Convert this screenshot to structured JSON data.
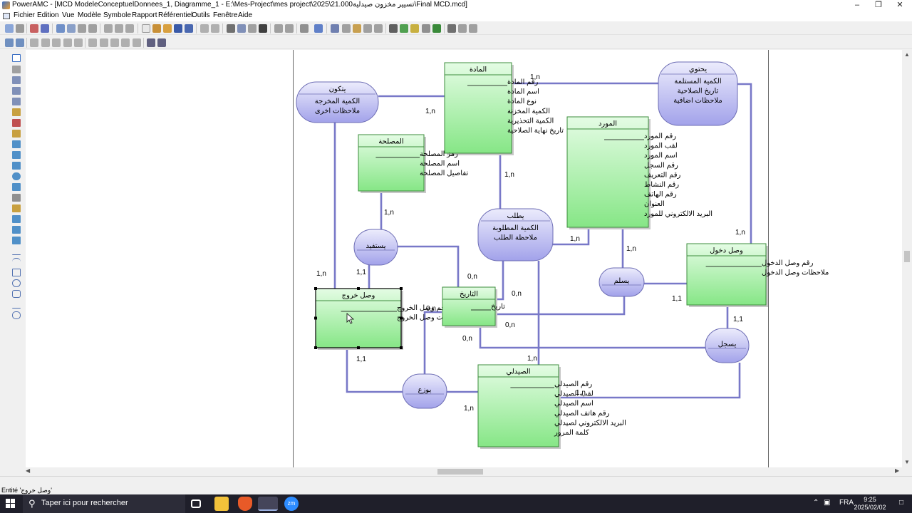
{
  "window": {
    "title": "PowerAMC - [MCD ModeleConceptuelDonnees_1, Diagramme_1 - E:\\Mes-Project\\mes project\\2025\\21.000تسيير مخزون صيدلية\\Final MCD.mcd]",
    "minimize_icon": "minimize-icon",
    "restore_icon": "restore-icon",
    "close_icon": "close-icon"
  },
  "menu": [
    "Fichier",
    "Edition",
    "Vue",
    "Modèle",
    "Symbole",
    "Rapport",
    "Référentiel",
    "Outils",
    "Fenêtre",
    "Aide"
  ],
  "colors": {
    "entity_fill": "#b4f0b4",
    "entity_border": "#3c8c3c",
    "association_fill": "#c8c8f2",
    "association_border": "#6c6cb4",
    "link": "#7878c8",
    "selection": "#000000"
  },
  "diagram": {
    "entities": [
      {
        "id": "matiere",
        "name": "المادة",
        "attributes": [
          "رقم المادة",
          "اسم المادة",
          "نوع المادة",
          "الكمية المخزنة",
          "الكمية التحذيرية",
          "تاريخ نهاية الصلاحية"
        ]
      },
      {
        "id": "service",
        "name": "المصلحة",
        "attributes": [
          "رمز المصلحة",
          "اسم المصلحة",
          "تفاصيل المصلحة"
        ]
      },
      {
        "id": "fournisseur",
        "name": "المورد",
        "attributes": [
          "رقم المورد",
          "لقب المورد",
          "اسم المورد",
          "رقم السجل",
          "رقم التعريف",
          "رقم النشاط",
          "رقم الهاتف",
          "العنوان",
          "البريد الالكتروني للمورد"
        ]
      },
      {
        "id": "bon_entree",
        "name": "وصل دخول",
        "attributes": [
          "رقم وصل الدخول",
          "ملاحظات وصل الدخول"
        ]
      },
      {
        "id": "bon_sortie",
        "name": "وصل خروج",
        "attributes": [
          "رقم وصل الخروج",
          "ملاحظات وصل الخروج"
        ]
      },
      {
        "id": "date",
        "name": "التاريخ",
        "attributes": [
          "تاريخ"
        ]
      },
      {
        "id": "pharmacien",
        "name": "الصيدلي",
        "attributes": [
          "رقم الصيدلي",
          "لقب الصيدلي",
          "اسم الصيدلي",
          "رقم هاتف الصيدلي",
          "البريد الالكتروني لصيدلي",
          "كلمة المرور"
        ]
      }
    ],
    "associations": [
      {
        "id": "compose",
        "name": "يتكون",
        "attributes": [
          "الكمية المخرجة",
          "ملاحظات اخرى"
        ]
      },
      {
        "id": "contient",
        "name": "يحتوي",
        "attributes": [
          "الكمية المستلمة",
          "تاريخ الصلاحية",
          "ملاحظات اضافية"
        ]
      },
      {
        "id": "demande",
        "name": "يطلب",
        "attributes": [
          "الكمية المطلوبة",
          "ملاحظة الطلب"
        ]
      },
      {
        "id": "beneficie",
        "name": "يستفيد",
        "attributes": []
      },
      {
        "id": "livre",
        "name": "يسلم",
        "attributes": []
      },
      {
        "id": "enregistre",
        "name": "يسجل",
        "attributes": []
      },
      {
        "id": "distribue",
        "name": "يوزع",
        "attributes": []
      }
    ],
    "cardinalities": [
      "1,n",
      "1,n",
      "1,n",
      "1,n",
      "1,n",
      "1,n",
      "1,n",
      "1,n",
      "1,n",
      "1,n",
      "1,n",
      "1,1",
      "1,1",
      "1,1",
      "1,1",
      "0,n",
      "0,n",
      "0,n",
      "0,n",
      "0,n"
    ]
  },
  "status": {
    "text": "Entité 'وصل خروج'"
  },
  "taskbar": {
    "search_placeholder": "Taper ici pour rechercher",
    "language": "FRA",
    "time": "9:25",
    "date": "2025/02/02",
    "app_icons": [
      "task-view-icon",
      "file-explorer-icon",
      "brave-browser-icon",
      "powerdesigner-icon",
      "zoom-icon"
    ]
  }
}
